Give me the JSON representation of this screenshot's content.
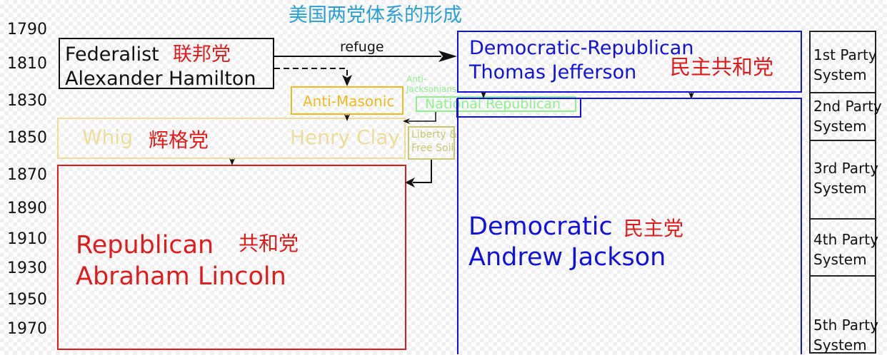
{
  "title": "美国两党体系的形成",
  "years": [
    "1790",
    "1810",
    "1830",
    "1850",
    "1870",
    "1890",
    "1910",
    "1930",
    "1950",
    "1970"
  ],
  "federalist": {
    "name": "Federalist",
    "cn": "联邦党",
    "leader": "Alexander Hamilton"
  },
  "refuge_label": "refuge",
  "anti_masonic": "Anti-Masonic",
  "anti_jacksonians": "Anti-Jacksonians",
  "national_republican": "National Republican",
  "whig": {
    "name": "Whig",
    "cn": "辉格党",
    "leader": "Henry Clay"
  },
  "liberty_free_soil": {
    "line1": "Liberty &",
    "line2": "Free Soil"
  },
  "republican": {
    "name": "Republican",
    "cn": "共和党",
    "leader": "Abraham Lincoln"
  },
  "dem_rep": {
    "name": "Democratic-Republican",
    "cn": "民主共和党",
    "leader": "Thomas Jefferson"
  },
  "democratic": {
    "name": "Democratic",
    "cn": "民主党",
    "leader": "Andrew Jackson"
  },
  "party_systems": [
    {
      "line1": "1st Party",
      "line2": "System"
    },
    {
      "line1": "2nd Party",
      "line2": "System"
    },
    {
      "line1": "3rd Party",
      "line2": "System"
    },
    {
      "line1": "4th Party",
      "line2": "System"
    },
    {
      "line1": "5th Party",
      "line2": "System"
    }
  ],
  "colors": {
    "title": "#2a9fd6",
    "federalist": "#111111",
    "red": "#e01b1b",
    "whig": "#eedd99",
    "anti_masonic": "#f2b821",
    "green": "#8ef08e",
    "liberty": "#c8c86e",
    "blue": "#1111dd"
  }
}
